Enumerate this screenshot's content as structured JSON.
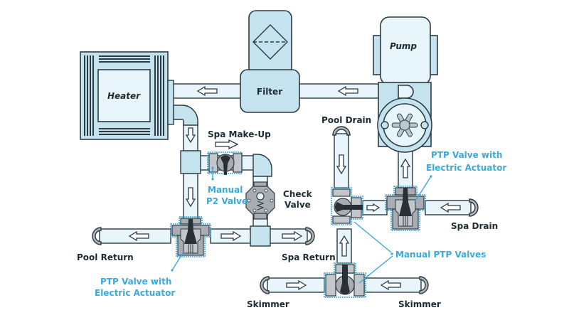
{
  "diagram": {
    "title": "Pool and Spa Plumbing Diagram",
    "colors": {
      "pipe_fill": "#e8f6fc",
      "fitting_fill": "#c5e3ee",
      "outline": "#2c3a42",
      "valve_gray": "#a9adb3",
      "valve_handle": "#2a2f35",
      "accent_blue": "#3aa9dc"
    },
    "equipment": {
      "heater": "Heater",
      "filter": "Filter",
      "pump": "Pump"
    },
    "labels": {
      "spa_make_up": "Spa Make-Up",
      "check_valve_line1": "Check",
      "check_valve_line2": "Valve",
      "pool_drain": "Pool Drain",
      "spa_drain": "Spa Drain",
      "pool_return": "Pool Return",
      "spa_return": "Spa Return",
      "skimmer_left": "Skimmer",
      "skimmer_right": "Skimmer"
    },
    "callouts": {
      "manual_p2_line1": "Manual",
      "manual_p2_line2": "P2 Valve",
      "ptp_actuator_left_line1": "PTP Valve with",
      "ptp_actuator_left_line2": "Electric Actuator",
      "ptp_actuator_right_line1": "PTP Valve with",
      "ptp_actuator_right_line2": "Electric Actuator",
      "manual_ptp_valves": "Manual PTP Valves"
    },
    "flow_arrows": [
      {
        "segment": "filter-to-heater",
        "direction": "left"
      },
      {
        "segment": "pump-to-filter",
        "direction": "left"
      },
      {
        "segment": "heater-down-1",
        "direction": "down"
      },
      {
        "segment": "heater-down-2",
        "direction": "down"
      },
      {
        "segment": "spa-make-up",
        "direction": "right"
      },
      {
        "segment": "to-pool-return",
        "direction": "left"
      },
      {
        "segment": "to-spa-return-1",
        "direction": "right"
      },
      {
        "segment": "to-spa-return-2",
        "direction": "right"
      },
      {
        "segment": "pool-drain-down",
        "direction": "down"
      },
      {
        "segment": "manual-ptp-to-actuator",
        "direction": "right"
      },
      {
        "segment": "spa-drain-in",
        "direction": "left"
      },
      {
        "segment": "actuator-up-to-pump",
        "direction": "up"
      },
      {
        "segment": "skimmer-up",
        "direction": "up"
      },
      {
        "segment": "skimmer-left-in",
        "direction": "right"
      },
      {
        "segment": "skimmer-right-in",
        "direction": "left"
      }
    ]
  }
}
